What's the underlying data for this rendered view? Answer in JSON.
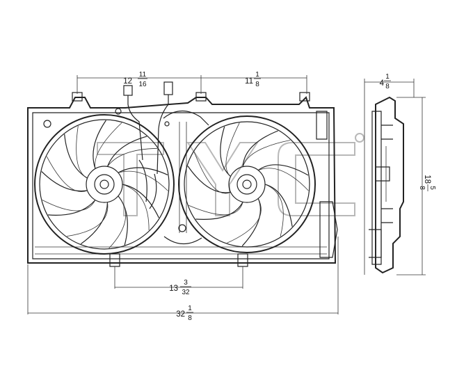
{
  "dimensions": {
    "connector_spacing": {
      "whole": "12",
      "num": "11",
      "den": "16"
    },
    "mount_spacing": {
      "whole": "11",
      "num": "1",
      "den": "8"
    },
    "fan_center_spacing": {
      "whole": "13",
      "num": "3",
      "den": "32"
    },
    "overall_width": {
      "whole": "32",
      "num": "1",
      "den": "8"
    },
    "depth": {
      "whole": "4",
      "num": "1",
      "den": "8"
    },
    "height": {
      "whole": "18",
      "num": "5",
      "den": "8"
    }
  },
  "watermark": "TYC"
}
